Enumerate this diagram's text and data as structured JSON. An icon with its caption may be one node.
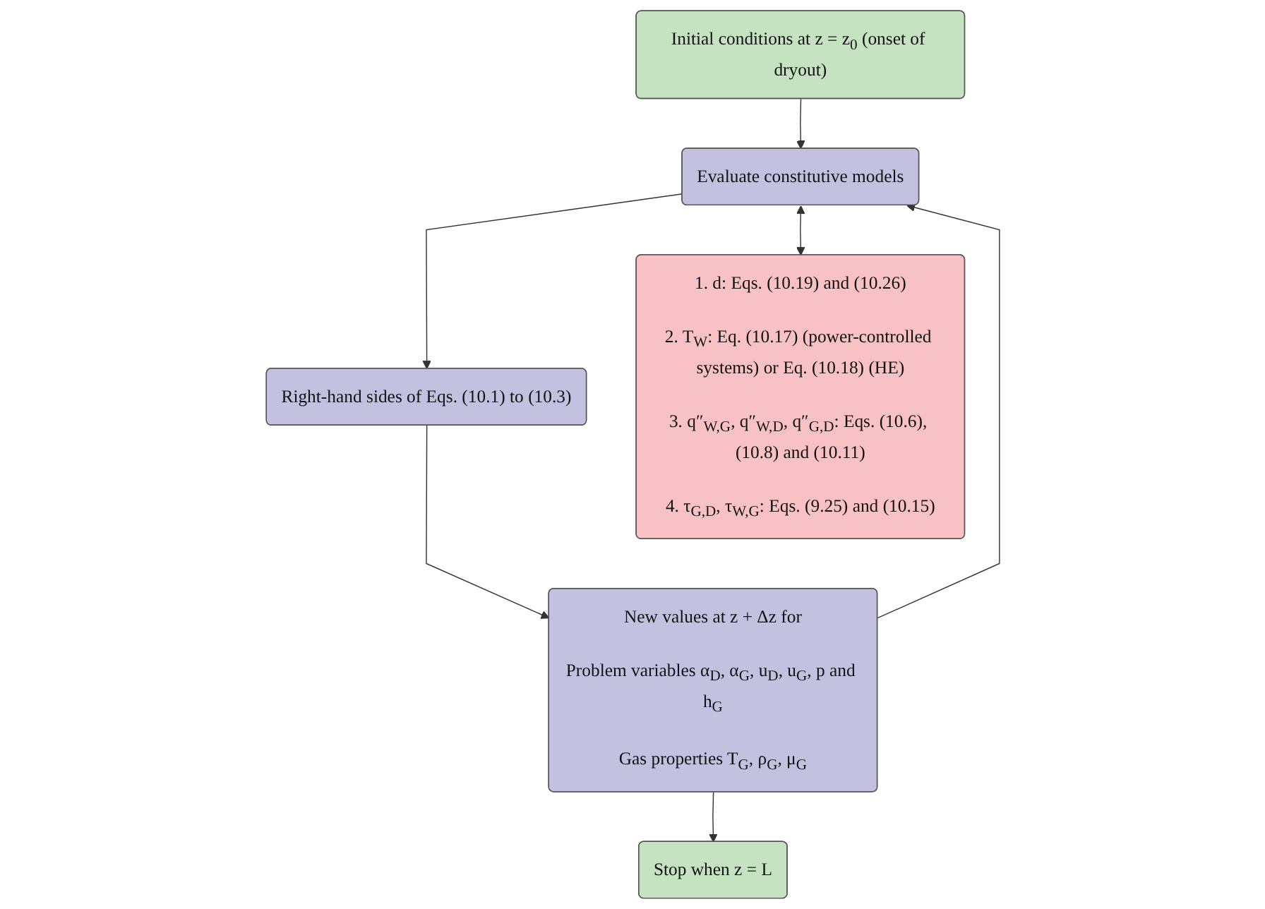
{
  "diagram": {
    "nodes": [
      {
        "text": [
          "Initial conditions at z = z$_{0}$ (onset of dryout)"
        ]
      },
      {
        "text": [
          "Evaluate constitutive models"
        ]
      },
      {
        "text": [
          "Right-hand sides of Eqs. (10.1) to (10.3)"
        ]
      },
      {
        "text": [
          "New values at z + Δz for",
          "Problem variables α$_{D}$, α$_{G}$, u$_{D}$, u$_{G}$, p and h$_{G}$",
          "Gas properties T$_{G}$, ρ$_{G}$, μ$_{G}$"
        ]
      },
      {
        "text": [
          "Stop when z = L"
        ]
      },
      {
        "text": [
          "1. d: Eqs. (10.19) and (10.26)",
          "2. T$_{W}$: Eq. (10.17) (power-controlled systems) or Eq. (10.18) (HE)",
          "3. q″$_{W,G}$, q″$_{W,D}$, q″$_{G,D}$: Eqs. (10.6), (10.8) and (10.11)",
          "4. τ$_{G,D}$, τ$_{W,G}$: Eqs. (9.25) and (10.15)"
        ]
      }
    ],
    "edges": [
      {
        "from": 0,
        "to": 1,
        "arrow": "to"
      },
      {
        "from": 1,
        "to": 2,
        "arrow": "to"
      },
      {
        "from": 2,
        "to": 3,
        "arrow": "to"
      },
      {
        "from": 3,
        "to": 4,
        "arrow": "to"
      },
      {
        "from": 3,
        "to": 1,
        "arrow": "to"
      },
      {
        "from": 1,
        "to": 5,
        "arrow": "both"
      }
    ]
  }
}
